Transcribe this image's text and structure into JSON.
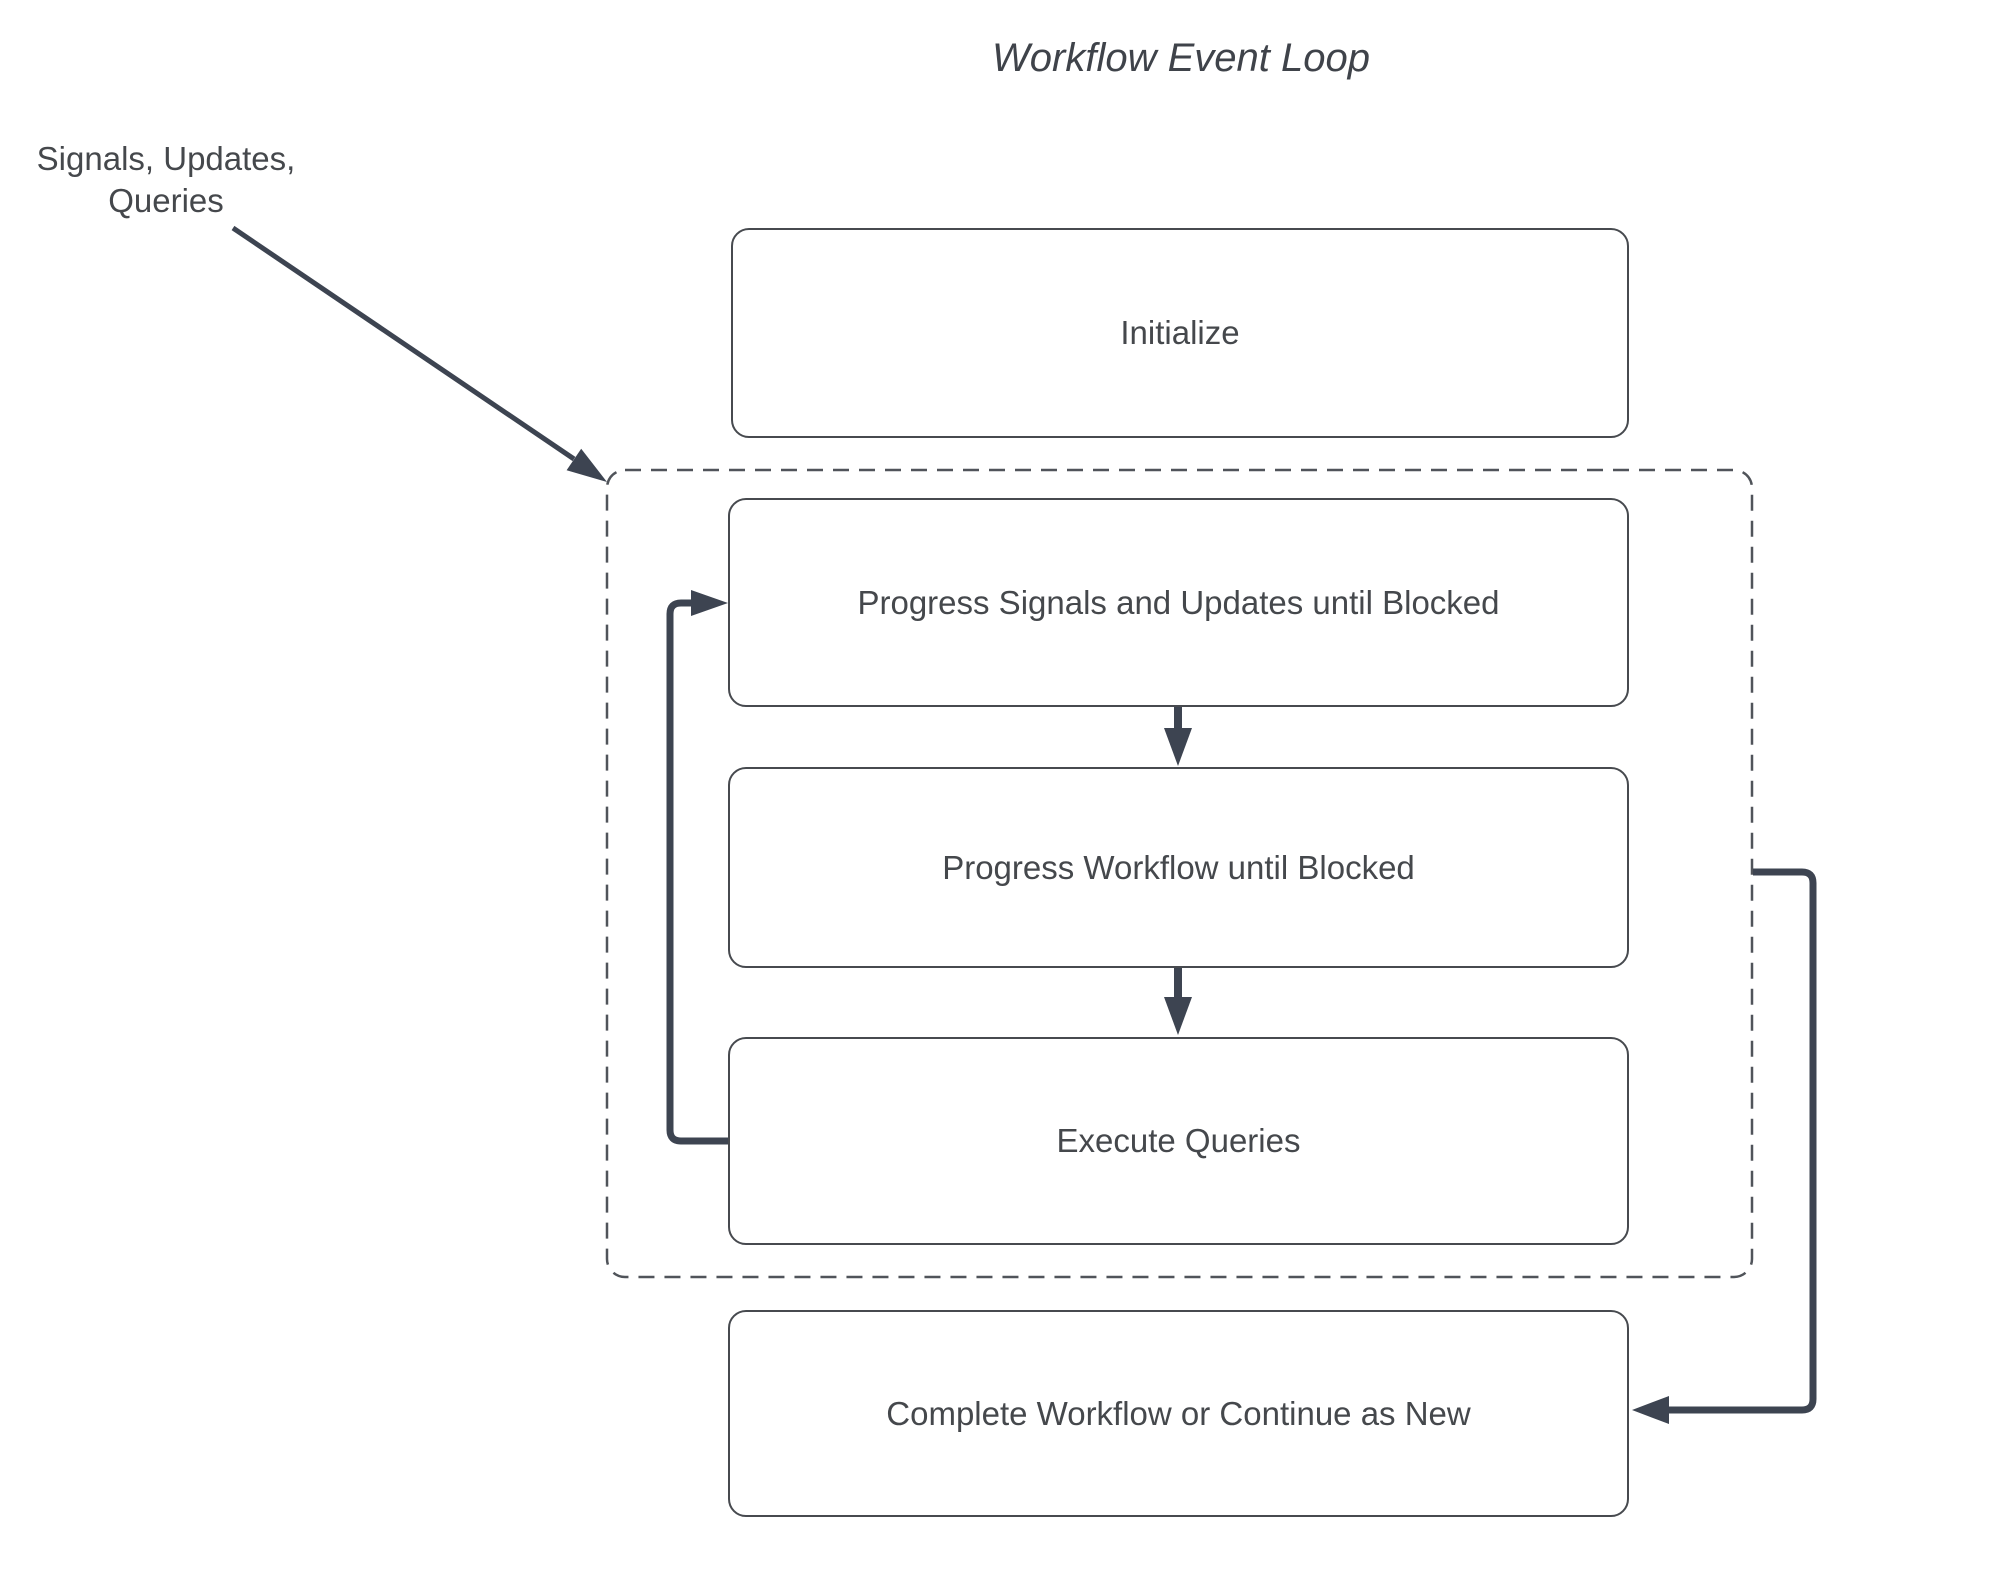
{
  "title": "Workflow Event Loop",
  "annotation": {
    "line1": "Signals, Updates,",
    "line2": "Queries"
  },
  "nodes": {
    "initialize": "Initialize",
    "progress_signals": "Progress Signals and Updates until Blocked",
    "progress_workflow": "Progress Workflow until Blocked",
    "execute_queries": "Execute Queries",
    "complete_workflow": "Complete Workflow or Continue as New"
  },
  "edges": [
    {
      "from": "Signals, Updates, Queries",
      "to": "event-loop-boundary",
      "style": "thin-arrow"
    },
    {
      "from": "Progress Signals and Updates until Blocked",
      "to": "Progress Workflow until Blocked",
      "style": "down-arrow"
    },
    {
      "from": "Progress Workflow until Blocked",
      "to": "Execute Queries",
      "style": "down-arrow"
    },
    {
      "from": "Execute Queries",
      "to": "Progress Signals and Updates until Blocked",
      "style": "thick-loop-left"
    },
    {
      "from": "event-loop-boundary",
      "to": "Complete Workflow or Continue as New",
      "style": "thick-loop-right"
    }
  ],
  "colors": {
    "background": "#ffffff",
    "arrow": "#3d4451",
    "box_border": "#474a4f",
    "dashed_border": "#50545a",
    "text": "#45484c"
  }
}
